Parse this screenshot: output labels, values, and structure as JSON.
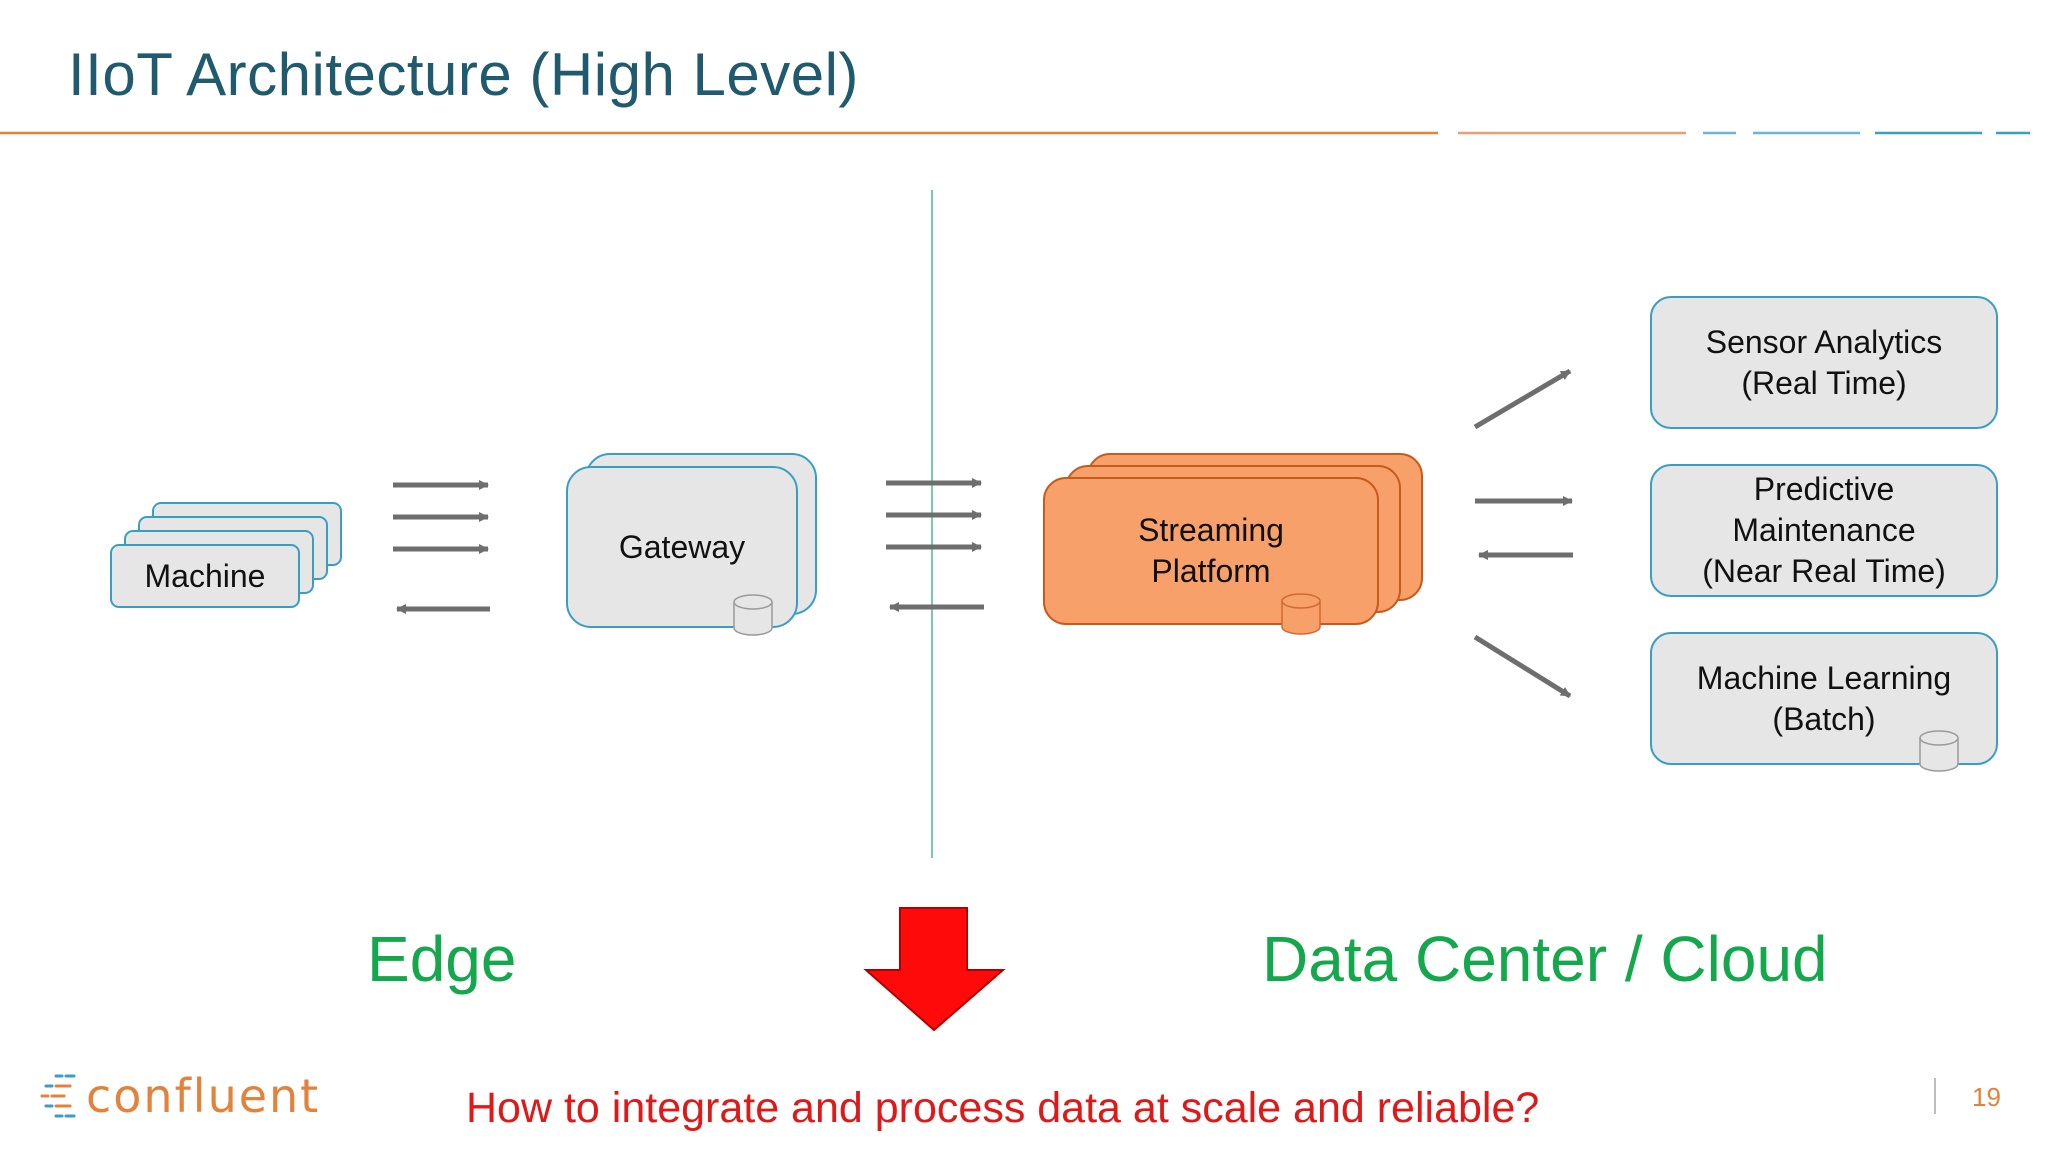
{
  "title": "IIoT Architecture (High Level)",
  "nodes": {
    "machine": "Machine",
    "gateway": "Gateway",
    "streaming": "Streaming\nPlatform",
    "sensor": "Sensor Analytics\n(Real Time)",
    "predictive": "Predictive\nMaintenance\n(Near Real Time)",
    "ml": "Machine Learning\n(Batch)"
  },
  "regions": {
    "edge": "Edge",
    "cloud": "Data Center / Cloud"
  },
  "question": "How to integrate and process data at scale and reliable?",
  "footer": {
    "logo_text": "confluent",
    "page_number": "19"
  },
  "colors": {
    "title": "#1f5a6e",
    "accent_orange": "#e3823a",
    "box_fill": "#e6e6e6",
    "box_stroke": "#3a9ec4",
    "streaming_fill": "#f7a06a",
    "streaming_stroke": "#c85a1e",
    "region_label": "#13a84b",
    "question": "#e01818",
    "down_arrow": "#ff0a0a",
    "divider_line": "#7cc7b0",
    "arrow": "#6e6e6e"
  },
  "icons": {
    "database": "database-cylinder-icon",
    "down_arrow": "down-arrow-icon",
    "logo_mark": "confluent-logo-icon"
  }
}
